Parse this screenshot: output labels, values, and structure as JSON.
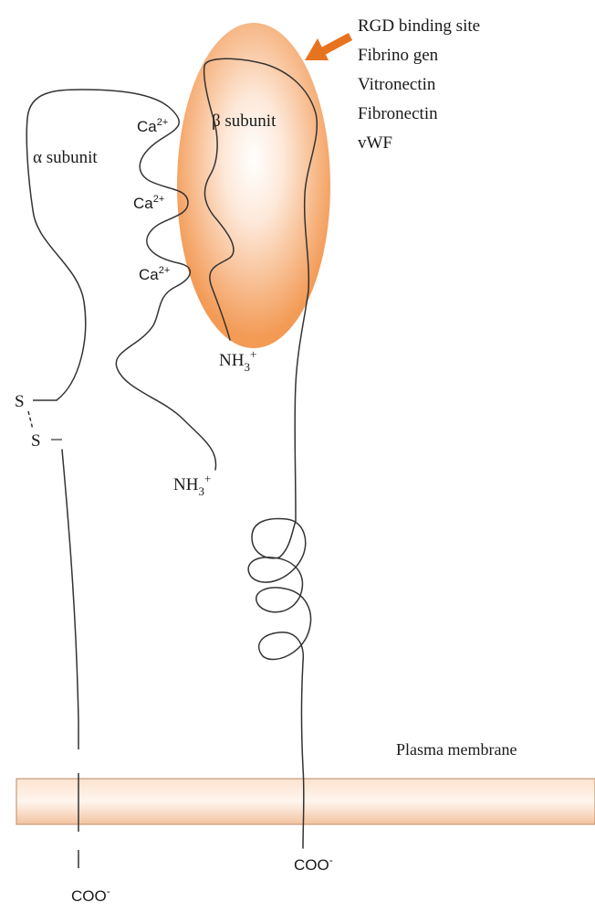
{
  "colors": {
    "beta_outer": "#f39a55",
    "beta_inner": "#ffffff",
    "arrow": "#e8731f",
    "membrane_top": "#fde3cf",
    "membrane_bottom": "#f2c3a0",
    "membrane_stroke": "#c79a78",
    "line": "#333333"
  },
  "ligand_labels": {
    "rgd": "RGD binding site",
    "fibrinogen": "Fibrino gen",
    "vitronectin": "Vitronectin",
    "fibronectin": "Fibronectin",
    "vwf": "vWF"
  },
  "subunits": {
    "alpha": "α subunit",
    "beta": "β subunit"
  },
  "calcium": {
    "label": "Ca",
    "charge": "2+"
  },
  "amine": {
    "base": "NH",
    "sub": "3",
    "charge": "+"
  },
  "disulfide": {
    "s_top": "S",
    "s_bottom": "S"
  },
  "carboxyl": {
    "alpha": "COO",
    "beta": "COO",
    "charge": "-"
  },
  "membrane": {
    "label": "Plasma membrane"
  }
}
